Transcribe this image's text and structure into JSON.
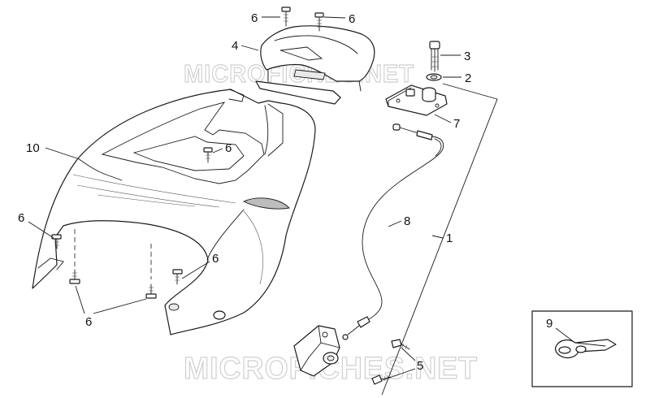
{
  "watermark": "MICROFICHES.NET",
  "callouts": [
    "6",
    "6",
    "4",
    "3",
    "2",
    "7",
    "10",
    "6",
    "8",
    "1",
    "6",
    "6",
    "6",
    "9",
    "5"
  ]
}
